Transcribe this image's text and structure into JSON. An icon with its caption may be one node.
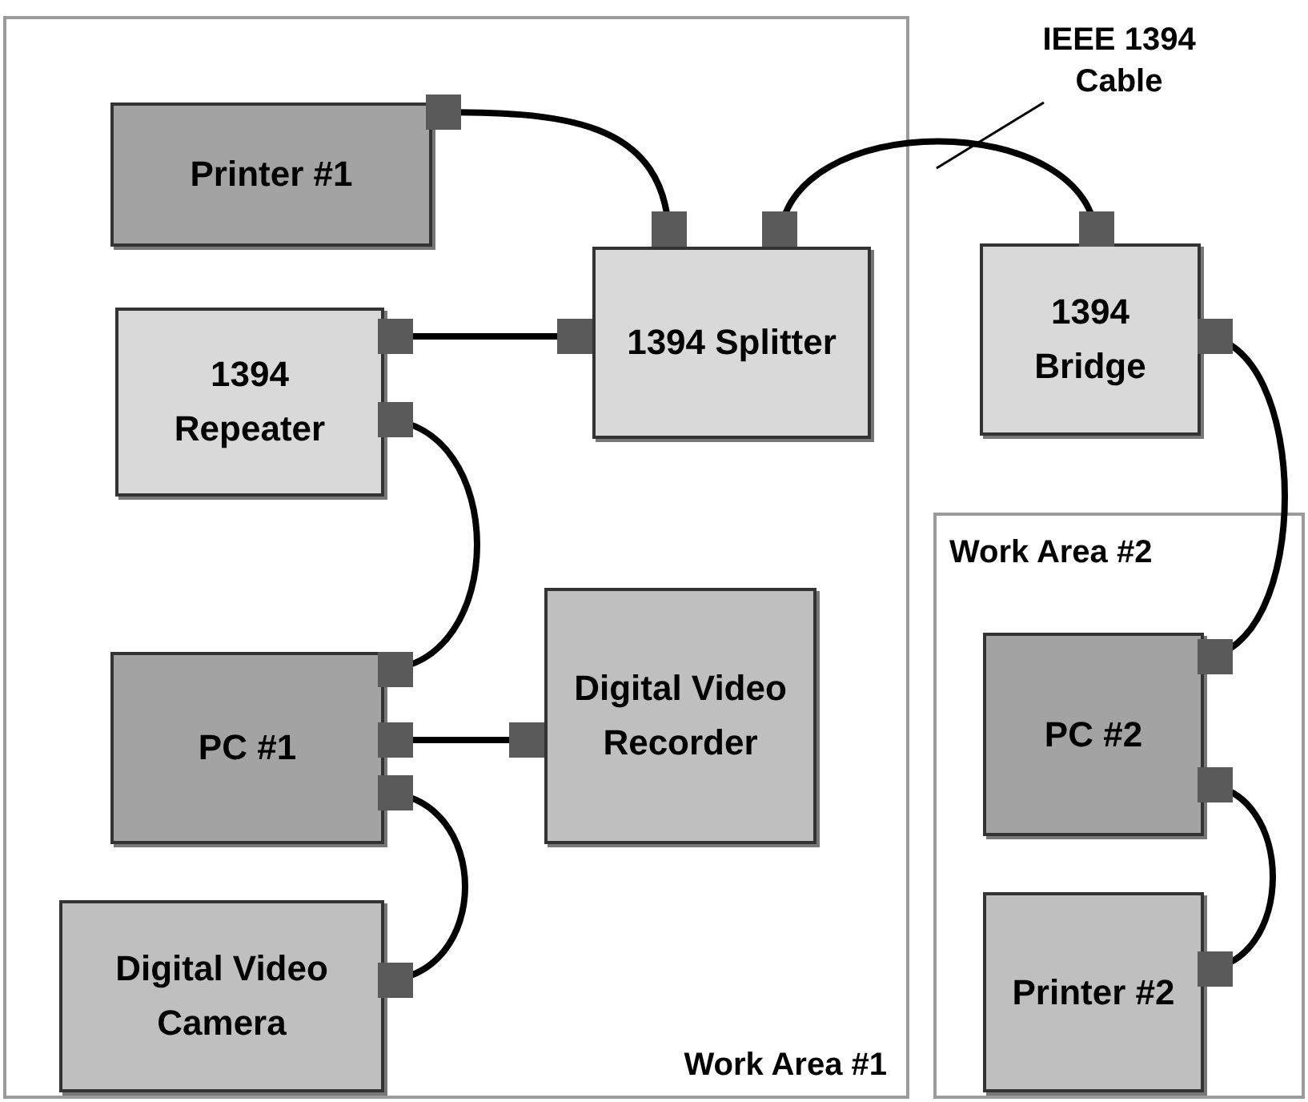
{
  "diagram": {
    "nodes": [
      {
        "text": [
          "Work Area #1"
        ]
      },
      {
        "text": [
          "Printer #1"
        ],
        "in": 0
      },
      {
        "text": [
          "1394 Splitter"
        ],
        "in": 0
      },
      {
        "text": [
          "1394 Repeater"
        ],
        "in": 0
      },
      {
        "text": [
          "PC #1"
        ],
        "in": 0
      },
      {
        "text": [
          "Digital Video Recorder"
        ],
        "in": 0
      },
      {
        "text": [
          "Digital Video Camera"
        ],
        "in": 0
      },
      {
        "text": [
          "1394 Bridge"
        ]
      },
      {
        "text": [
          "IEEE 1394 Cable"
        ]
      },
      {
        "text": [
          "Work Area #2"
        ]
      },
      {
        "text": [
          "PC #2"
        ],
        "in": 9
      },
      {
        "text": [
          "Printer #2"
        ],
        "in": 9
      }
    ],
    "edges": [
      {
        "from": 1,
        "to": 2,
        "arrow": "none"
      },
      {
        "from": 2,
        "to": 7,
        "arrow": "none"
      },
      {
        "from": 3,
        "to": 2,
        "arrow": "none"
      },
      {
        "from": 3,
        "to": 4,
        "arrow": "none"
      },
      {
        "from": 4,
        "to": 5,
        "arrow": "none"
      },
      {
        "from": 4,
        "to": 6,
        "arrow": "none"
      },
      {
        "from": 7,
        "to": 10,
        "arrow": "none"
      },
      {
        "from": 10,
        "to": 11,
        "arrow": "none"
      },
      {
        "from": 8,
        "to": null,
        "arrow": "none"
      }
    ]
  }
}
